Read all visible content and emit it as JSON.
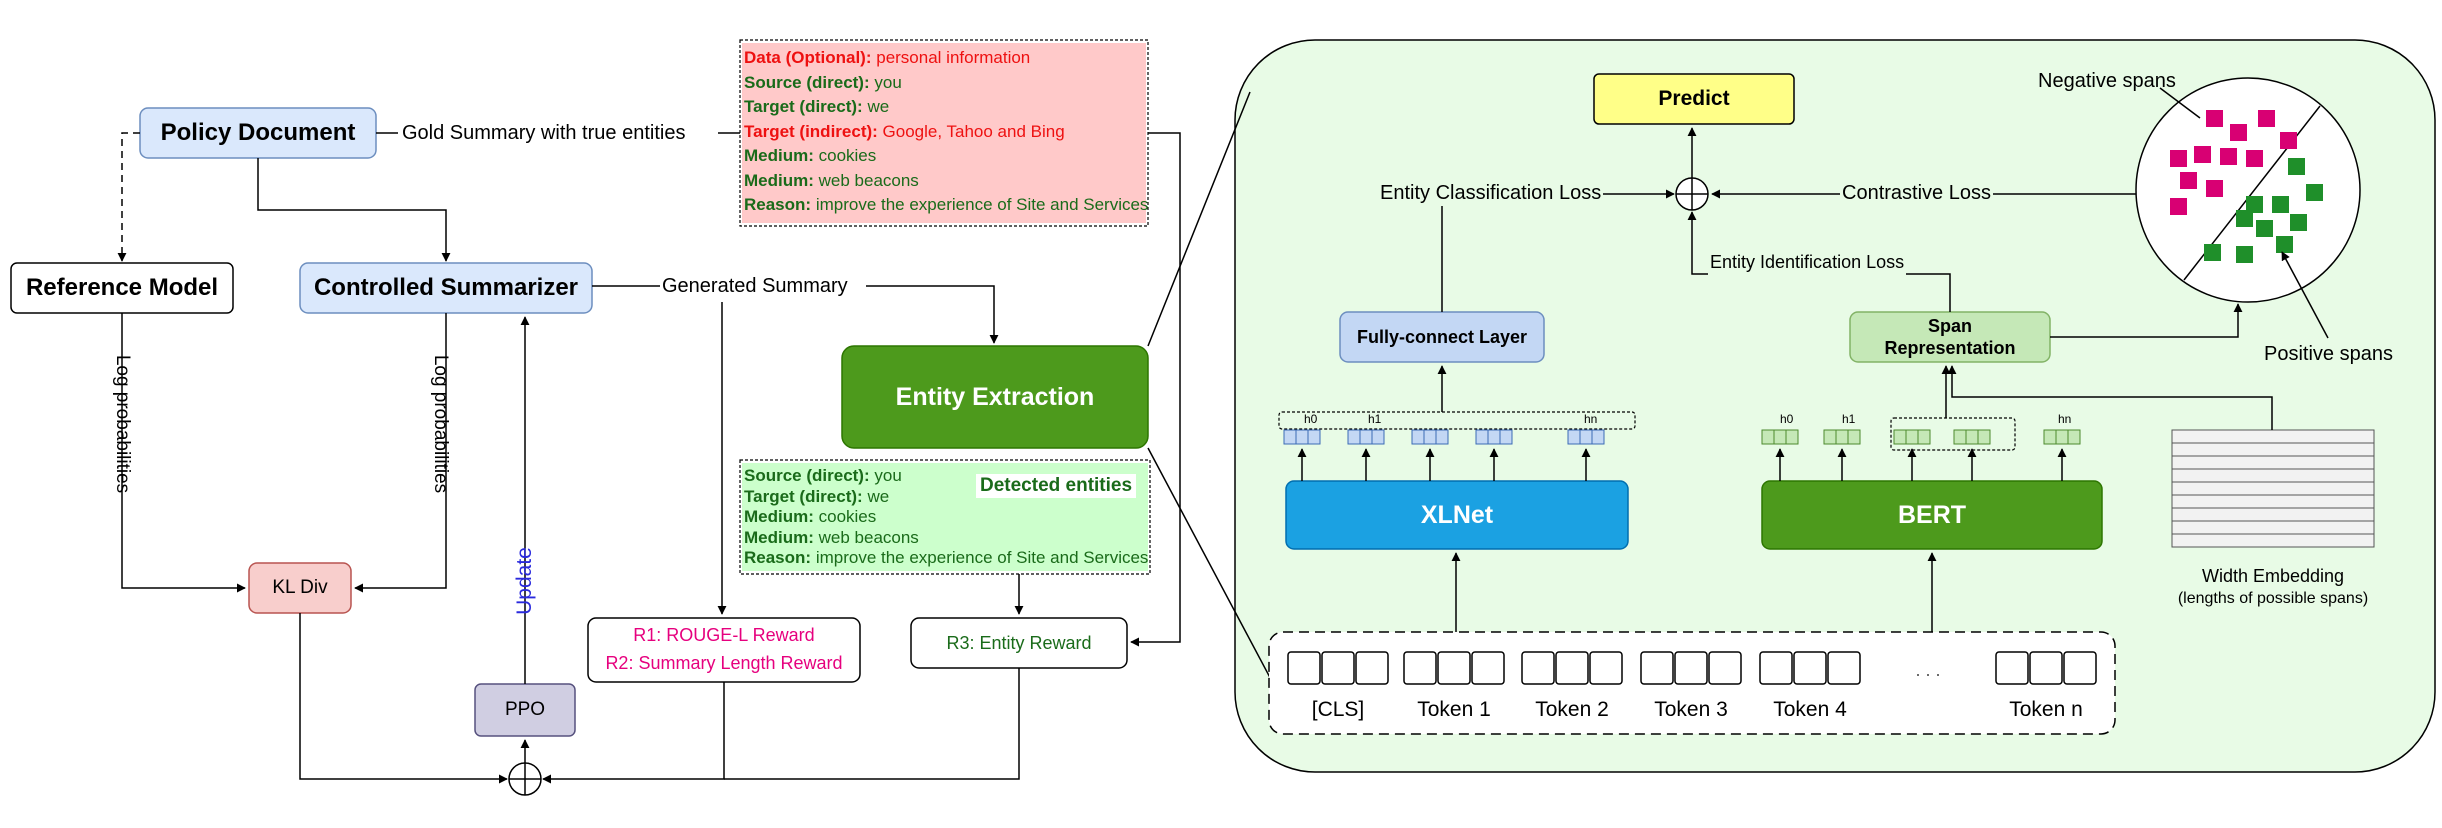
{
  "left": {
    "policy_document": "Policy Document",
    "reference_model": "Reference Model",
    "controlled_summarizer": "Controlled Summarizer",
    "gold_summary_label": "Gold Summary with true entities",
    "generated_summary_label": "Generated Summary",
    "log_prob_left": "Log probabilities",
    "log_prob_right": "Log probabilities",
    "kl_div": "KL Div",
    "update": "Update",
    "ppo": "PPO",
    "reward_r1": "R1: ROUGE-L Reward",
    "reward_r2": "R2: Summary Length Reward",
    "reward_r3": "R3: Entity Reward",
    "entity_extraction": "Entity Extraction",
    "detected_entities": "Detected entities"
  },
  "gold_entities": [
    {
      "key": "Data (Optional):",
      "value": "personal information",
      "tone": "red"
    },
    {
      "key": "Source (direct):",
      "value": "you",
      "tone": "green"
    },
    {
      "key": "Target (direct):",
      "value": "we",
      "tone": "green"
    },
    {
      "key": "Target (indirect):",
      "value": "Google, Tahoo and Bing",
      "tone": "red"
    },
    {
      "key": "Medium:",
      "value": "cookies",
      "tone": "green"
    },
    {
      "key": "Medium:",
      "value": "web beacons",
      "tone": "green"
    },
    {
      "key": "Reason:",
      "value": "improve the experience of Site and Services",
      "tone": "green"
    }
  ],
  "detected_entities": [
    {
      "key": "Source (direct):",
      "value": "you"
    },
    {
      "key": "Target (direct):",
      "value": "we"
    },
    {
      "key": "Medium:",
      "value": "cookies"
    },
    {
      "key": "Medium:",
      "value": "web beacons"
    },
    {
      "key": "Reason:",
      "value": "improve the experience of Site and Services"
    }
  ],
  "right": {
    "predict": "Predict",
    "entity_classification_loss": "Entity Classification Loss",
    "contrastive_loss": "Contrastive Loss",
    "entity_identification_loss": "Entity Identification Loss",
    "negative_spans": "Negative spans",
    "positive_spans": "Positive spans",
    "fully_connect": "Fully-connect Layer",
    "span_rep_line1": "Span",
    "span_rep_line2": "Representation",
    "xlnet": "XLNet",
    "bert": "BERT",
    "xlnet_h0": "h0",
    "xlnet_h1": "h1",
    "xlnet_hn": "hn",
    "bert_h0": "h0",
    "bert_h1": "h1",
    "bert_hn": "hn",
    "width_embedding": "Width Embedding",
    "width_embedding_sub": "(lengths of possible spans)",
    "ellipsis": ". . ."
  },
  "tokens": [
    "[CLS]",
    "Token 1",
    "Token 2",
    "Token 3",
    "Token 4",
    "Token n"
  ],
  "colors": {
    "blue_box_fill": "#dae8fc",
    "blue_box_stroke": "#6c8ebf",
    "red_fill": "#f8cecc",
    "red_stroke": "#b85450",
    "purple_fill": "#d0cee2",
    "purple_stroke": "#56517e",
    "green_dark": "#4d9a1c",
    "green_panel": "#e8fbe6",
    "green_light": "#ccffcc",
    "yellow": "#ffff88",
    "xlnet_blue": "#1ba1e2",
    "negative_pink": "#d80073",
    "positive_green": "#1f8f2a",
    "reward_pink": "#e6007e",
    "text_green": "#1a6b1a",
    "text_red": "#ee1111",
    "update_blue": "#2a2add"
  }
}
